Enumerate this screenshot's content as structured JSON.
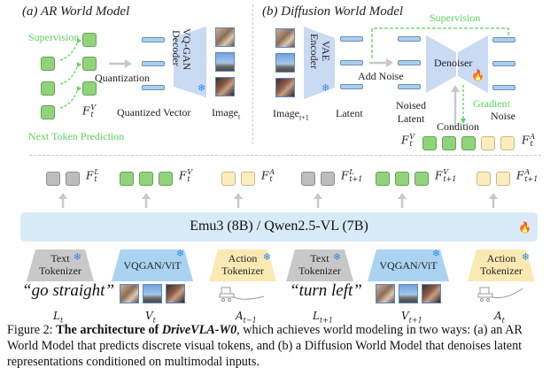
{
  "panel_a": {
    "title": "(a) AR World Model",
    "supervision": "Supervision",
    "quantization": "Quantization",
    "quantized_vector": "Quantized Vector",
    "decoder_line1": "VQ-GAN",
    "decoder_line2": "Decoder",
    "image_label": "Image",
    "image_sub": "t",
    "feature_base": "F",
    "feature_sup": "V",
    "feature_sub": "t",
    "next_token": "Next Token Prediction",
    "decoder_state_icon": "snowflake-icon"
  },
  "panel_b": {
    "title": "(b) Diffusion World Model",
    "supervision": "Supervision",
    "encoder_line1": "VAE",
    "encoder_line2": "Encoder",
    "image_label": "Image",
    "image_sub": "t+1",
    "latent": "Latent",
    "add_noise": "Add Noise",
    "noised_latent_1": "Noised",
    "noised_latent_2": "Latent",
    "denoiser": "Denoiser",
    "gradient": "Gradient",
    "noise": "Noise",
    "condition": "Condition",
    "cond_left": {
      "base": "F",
      "sup": "V",
      "sub": "t"
    },
    "cond_right": {
      "base": "F",
      "sup": "A",
      "sub": "t"
    },
    "encoder_state_icon": "snowflake-icon",
    "denoiser_state_icon": "fire-icon"
  },
  "outputs": [
    {
      "base": "F",
      "sup": "L",
      "sub": "t",
      "type": "language",
      "count": 2
    },
    {
      "base": "F",
      "sup": "V",
      "sub": "t",
      "type": "vision",
      "count": 3
    },
    {
      "base": "F",
      "sup": "A",
      "sub": "t",
      "type": "action",
      "count": 2
    },
    {
      "base": "F",
      "sup": "L",
      "sub": "t+1",
      "type": "language",
      "count": 2
    },
    {
      "base": "F",
      "sup": "V",
      "sub": "t+1",
      "type": "vision",
      "count": 3
    },
    {
      "base": "F",
      "sup": "A",
      "sub": "t+1",
      "type": "action",
      "count": 2
    }
  ],
  "backbone": {
    "label": "Emu3 (8B) / Qwen2.5-VL (7B)",
    "state_icon": "fire-icon"
  },
  "inputs": [
    {
      "tokenizer_l1": "Text",
      "tokenizer_l2": "Tokenizer",
      "content": "“go straight”",
      "var": "L",
      "sub": "t"
    },
    {
      "tokenizer_l1": "VQGAN/ViT",
      "tokenizer_l2": "",
      "content": "images",
      "var": "V",
      "sub": "t"
    },
    {
      "tokenizer_l1": "Action",
      "tokenizer_l2": "Tokenizer",
      "content": "trajectory",
      "var": "A",
      "sub": "t−1"
    },
    {
      "tokenizer_l1": "Text",
      "tokenizer_l2": "Tokenizer",
      "content": "“turn left”",
      "var": "L",
      "sub": "t+1"
    },
    {
      "tokenizer_l1": "VQGAN/ViT",
      "tokenizer_l2": "",
      "content": "images",
      "var": "V",
      "sub": "t+1"
    },
    {
      "tokenizer_l1": "Action",
      "tokenizer_l2": "Tokenizer",
      "content": "trajectory",
      "var": "A",
      "sub": "t"
    }
  ],
  "caption": {
    "prefix": "Figure 2: ",
    "bold": "The architecture of ",
    "bold_italic": "DriveVLA-W0",
    "rest": ", which achieves world modeling in two ways: (a) an AR World Model that predicts discrete visual tokens, and (b) a Diffusion World Model that denoises latent representations conditioned on multimodal inputs."
  },
  "colors": {
    "vision_token": "#8fd47a",
    "action_token": "#fdedbd",
    "language_token": "#bdbdbd",
    "supervision_green": "#5cd45c",
    "backbone_fill": "#d8eaf8",
    "vq_tokenizer_fill": "#a9d3f0",
    "text_tokenizer_fill": "#c8c8c8",
    "action_tokenizer_fill": "#fbe9b4",
    "codec_fill": "#c9daf2"
  }
}
